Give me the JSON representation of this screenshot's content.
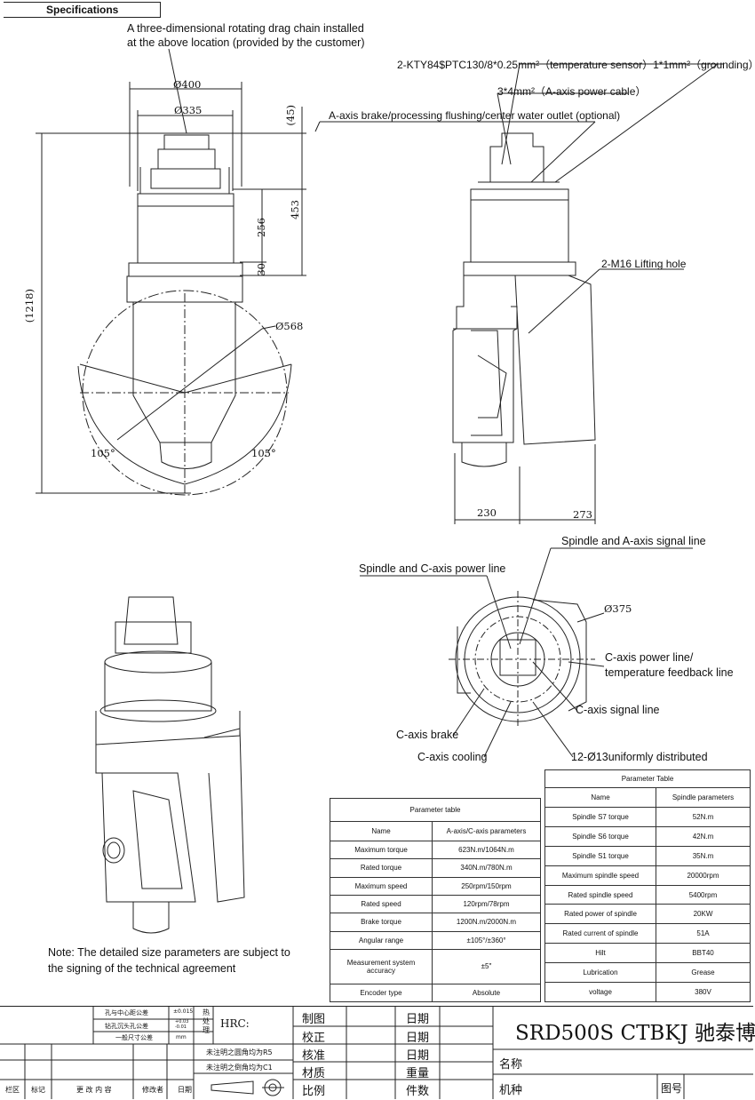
{
  "header": {
    "tab_label": "Specifications"
  },
  "front_view": {
    "drag_chain_note": "A three-dimensional rotating drag chain installed at the above location (provided by the customer)",
    "dims": {
      "d400": "Ø400",
      "d335": "Ø335",
      "h45": "(45)",
      "h453": "453",
      "h256": "256",
      "h30": "30",
      "h1218": "(1218)",
      "d568": "Ø568",
      "ang_left": "105°",
      "ang_right": "105°"
    }
  },
  "side_view": {
    "sensor_note": "2-KTY84$PTC130/8*0.25mm²（temperature sensor）1*1mm²（grounding）",
    "power_cable_note": "3*4mm²（A-axis power cable）",
    "brake_note": "A-axis brake/processing flushing/center water outlet (optional)",
    "lifting_note": "2-M16  Lifting hole",
    "dims": {
      "w230": "230",
      "w273": "273"
    }
  },
  "bottom_view": {
    "spindle_a_signal": "Spindle and A-axis signal line",
    "spindle_c_power": "Spindle and C-axis power line",
    "d375": "Ø375",
    "c_power_feedback": "C-axis power line/\ntemperature feedback line",
    "c_signal": "C-axis signal line",
    "c_brake": "C-axis brake",
    "c_cooling": "C-axis cooling",
    "holes": "12-Ø13uniformly distributed"
  },
  "note": "Note: The detailed size parameters are subject to\nthe signing of the technical agreement",
  "param_table_a": {
    "title": "Parameter table",
    "headers": [
      "Name",
      "A-axis/C-axis parameters"
    ],
    "rows": [
      [
        "Maximum torque",
        "623N.m/1064N.m"
      ],
      [
        "Rated torque",
        "340N.m/780N.m"
      ],
      [
        "Maximum speed",
        "250rpm/150rpm"
      ],
      [
        "Rated speed",
        "120rpm/78rpm"
      ],
      [
        "Brake torque",
        "1200N.m/2000N.m"
      ],
      [
        "Angular range",
        "±105°/±360°"
      ],
      [
        "Measurement system accuracy",
        "±5″"
      ],
      [
        "Encoder type",
        "Absolute"
      ]
    ]
  },
  "param_table_s": {
    "title": "Parameter Table",
    "headers": [
      "Name",
      "Spindle parameters"
    ],
    "rows": [
      [
        "Spindle S7 torque",
        "52N.m"
      ],
      [
        "Spindle S6 torque",
        "42N.m"
      ],
      [
        "Spindle S1 torque",
        "35N.m"
      ],
      [
        "Maximum spindle speed",
        "20000rpm"
      ],
      [
        "Rated spindle speed",
        "5400rpm"
      ],
      [
        "Rated power of spindle",
        "20KW"
      ],
      [
        "Rated current of spindle",
        "51A"
      ],
      [
        "Hilt",
        "BBT40"
      ],
      [
        "Lubrication",
        "Grease"
      ],
      [
        "voltage",
        "380V"
      ]
    ]
  },
  "title_block": {
    "tol1": "孔与中心距公差",
    "tol1v": "±0.015",
    "tol2": "钻孔沉头孔公差",
    "tol2v": "+0.03\n-0.01",
    "tol3": "一般尺寸公差",
    "tol3v": "mm",
    "heat": "热处理",
    "hrc": "HRC:",
    "draw": "制图",
    "check": "校正",
    "review": "核准",
    "material": "材质",
    "scale": "比例",
    "date1": "日期",
    "date2": "日期",
    "date3": "日期",
    "weight": "重量",
    "qty": "件数",
    "title": "SRD500S  CTBKJ 驰泰博",
    "name": "名称",
    "model": "机种",
    "drawing_no": "图号",
    "note_r5": "未注明之圆角均为R5",
    "note_c1": "未注明之倒角均为C1",
    "rev_cols": [
      "栏区",
      "标记",
      "更 改 内 容",
      "修改者",
      "日期"
    ]
  }
}
